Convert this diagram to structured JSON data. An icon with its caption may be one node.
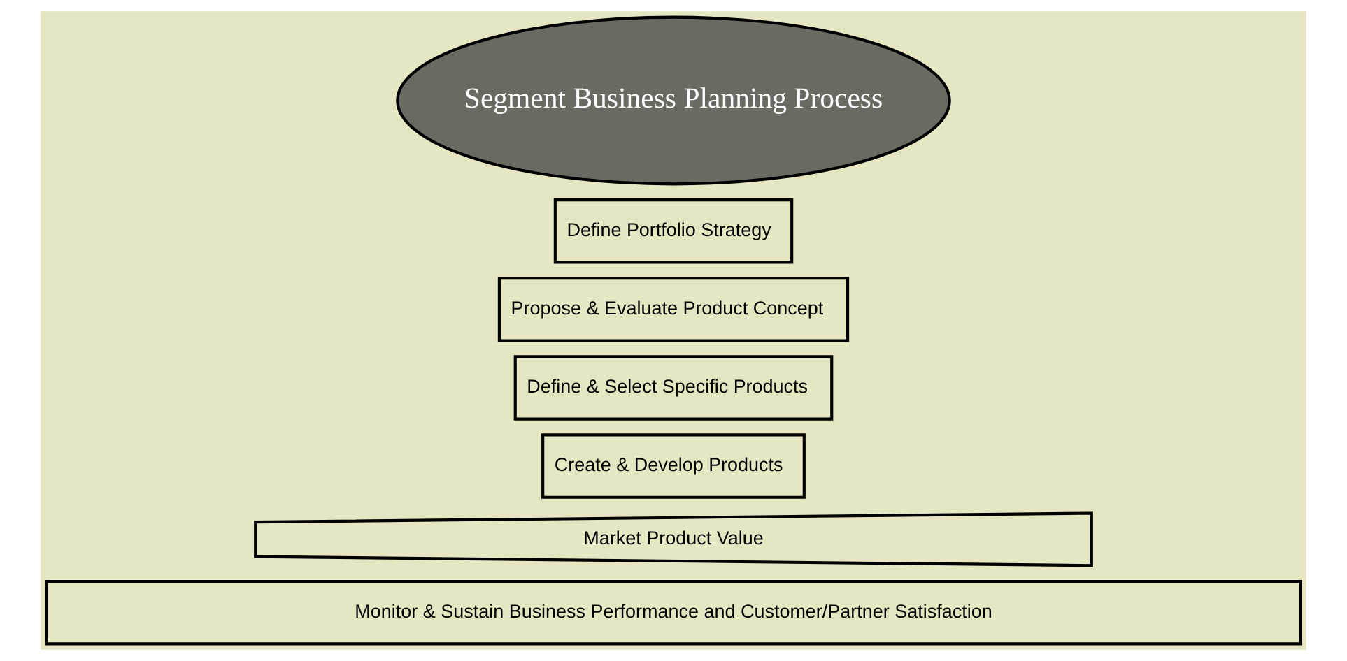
{
  "diagram": {
    "nodes": [
      {
        "text": [
          "Segment Business Planning Process"
        ]
      },
      {
        "text": [
          "Define Portfolio Strategy"
        ]
      },
      {
        "text": [
          "Propose & Evaluate Product Concept"
        ]
      },
      {
        "text": [
          "Define & Select Specific Products"
        ]
      },
      {
        "text": [
          "Create & Develop Products"
        ]
      },
      {
        "text": [
          "Market Product Value"
        ]
      },
      {
        "text": [
          "Monitor & Sustain Business Performance and Customer/Partner Satisfaction"
        ]
      }
    ],
    "edges": []
  }
}
